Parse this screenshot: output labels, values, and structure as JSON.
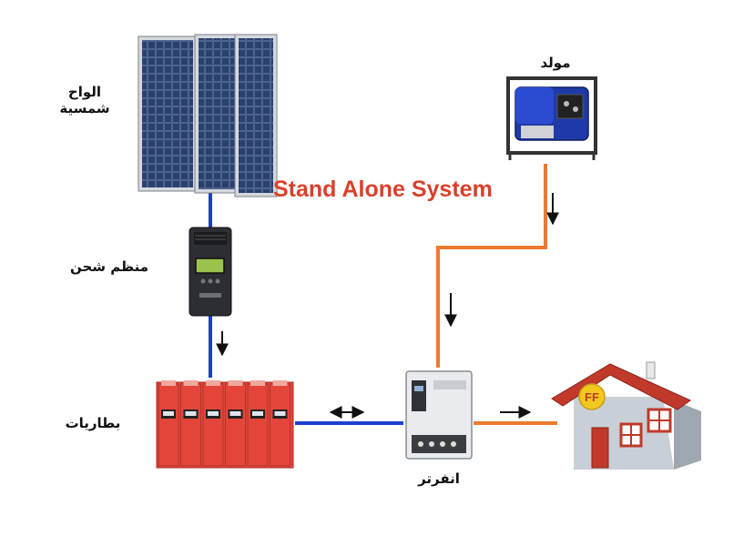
{
  "diagram": {
    "title": "Stand Alone System",
    "title_color": "#d9402b",
    "labels": {
      "solar_panels_line1": "الواح",
      "solar_panels_line2": "شمسية",
      "charge_controller": "منظم شحن",
      "batteries": "بطاريات",
      "generator": "مولد",
      "inverter": "انفرتر"
    },
    "house_sign": "FF",
    "colors": {
      "dc_wire": "#1c3fcf",
      "ac_wire": "#ec7a2e",
      "battery": "#e4453a",
      "house_roof": "#c0392b",
      "house_wall": "#c9cfd6",
      "generator": "#1f3aa8"
    },
    "connections": [
      {
        "from": "solar-panels",
        "to": "charge-controller",
        "wire": "dc",
        "arrow": "down"
      },
      {
        "from": "charge-controller",
        "to": "batteries",
        "wire": "dc",
        "arrow": "down"
      },
      {
        "from": "batteries",
        "to": "inverter",
        "wire": "dc",
        "arrow": "both"
      },
      {
        "from": "generator",
        "to": "inverter",
        "wire": "ac",
        "arrow": "down"
      },
      {
        "from": "inverter",
        "to": "house",
        "wire": "ac",
        "arrow": "right"
      }
    ]
  }
}
